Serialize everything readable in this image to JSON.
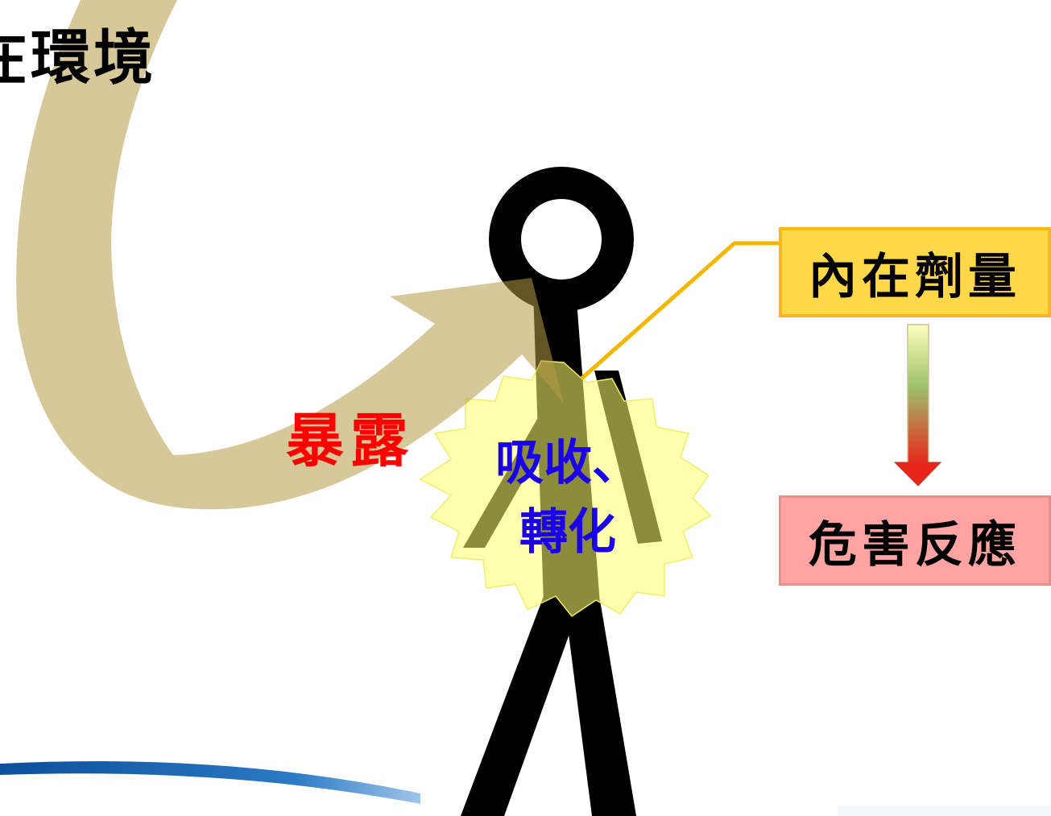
{
  "title": "在環境",
  "labels": {
    "exposure": "暴露",
    "absorb_line1": "吸收、",
    "absorb_line2": "轉化",
    "internal_dose": "內在劑量",
    "adverse_effect": "危害反應"
  },
  "colors": {
    "big_arrow": "#cfc08a",
    "figure": "#000000",
    "burst_fill": "#ffff80",
    "exposure_text": "#ff0000",
    "absorb_text": "#1a00e6",
    "dose_box": "#ffd84a",
    "effect_box": "#ffa3a3",
    "connector": "#f2b800",
    "bottom_swoosh": "#1f5fa8"
  }
}
